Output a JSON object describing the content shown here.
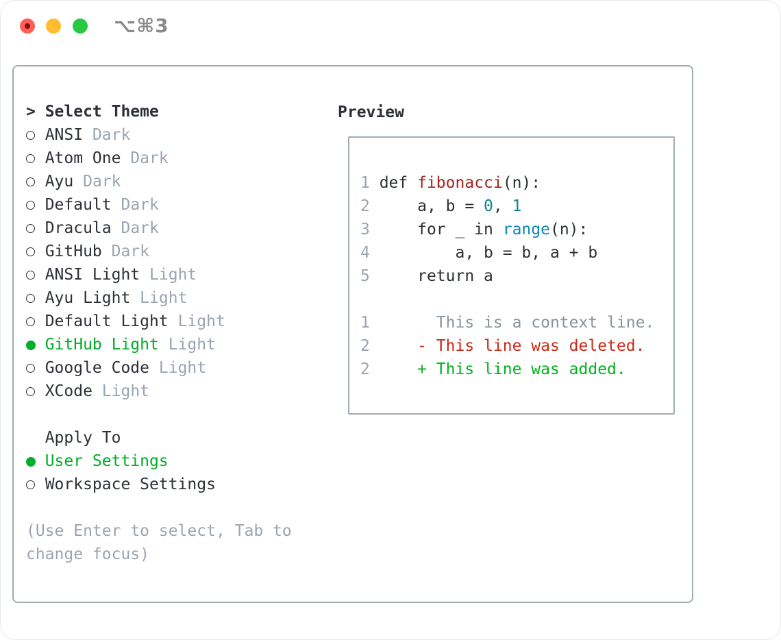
{
  "window": {
    "title": "⌥⌘3"
  },
  "colors": {
    "selection_green": "#00ae28",
    "added_green": "#00b41e",
    "deleted_red": "#cc2a16",
    "function_red": "#a5231c",
    "number_teal": "#0a8585",
    "builtin_blue": "#0e86b6",
    "muted_gray": "#9aa4b0",
    "context_gray": "#8a939d",
    "text_dark": "#2c3036",
    "border_gray": "#a3abb5",
    "titlebar_gray": "#8a8a8a",
    "traffic_red": "#ff5d55",
    "traffic_yellow": "#febc2e",
    "traffic_green": "#28c840"
  },
  "theme_panel": {
    "header_prefix": ">",
    "select_header": "Select Theme",
    "themes": [
      {
        "label": "ANSI",
        "variant": "Dark",
        "selected": false
      },
      {
        "label": "Atom One",
        "variant": "Dark",
        "selected": false
      },
      {
        "label": "Ayu",
        "variant": "Dark",
        "selected": false
      },
      {
        "label": "Default",
        "variant": "Dark",
        "selected": false
      },
      {
        "label": "Dracula",
        "variant": "Dark",
        "selected": false
      },
      {
        "label": "GitHub",
        "variant": "Dark",
        "selected": false
      },
      {
        "label": "ANSI Light",
        "variant": "Light",
        "selected": false
      },
      {
        "label": "Ayu Light",
        "variant": "Light",
        "selected": false
      },
      {
        "label": "Default Light",
        "variant": "Light",
        "selected": false
      },
      {
        "label": "GitHub Light",
        "variant": "Light",
        "selected": true
      },
      {
        "label": "Google Code",
        "variant": "Light",
        "selected": false
      },
      {
        "label": "XCode",
        "variant": "Light",
        "selected": false
      }
    ],
    "apply_to": {
      "header": "Apply To",
      "options": [
        {
          "label": "User Settings",
          "selected": true
        },
        {
          "label": "Workspace Settings",
          "selected": false
        }
      ]
    },
    "hint_lines": [
      "(Use Enter to select, Tab to",
      "change focus)"
    ]
  },
  "preview": {
    "header": "Preview",
    "code_lines": [
      {
        "number": "1",
        "tokens": [
          {
            "t": " def "
          },
          {
            "t": "fibonacci",
            "c": "function"
          },
          {
            "t": "(n):"
          }
        ]
      },
      {
        "number": "2",
        "tokens": [
          {
            "t": "     a, b = "
          },
          {
            "t": "0",
            "c": "number"
          },
          {
            "t": ", "
          },
          {
            "t": "1",
            "c": "number"
          }
        ]
      },
      {
        "number": "3",
        "tokens": [
          {
            "t": "     for _ in "
          },
          {
            "t": "range",
            "c": "builtin"
          },
          {
            "t": "(n):"
          }
        ]
      },
      {
        "number": "4",
        "tokens": [
          {
            "t": "         a, b = b, a + b"
          }
        ]
      },
      {
        "number": "5",
        "tokens": [
          {
            "t": "     return a"
          }
        ]
      },
      {
        "number": "",
        "tokens": []
      },
      {
        "number": "1",
        "tokens": [
          {
            "t": "       This is a context line.",
            "c": "context"
          }
        ]
      },
      {
        "number": "2",
        "tokens": [
          {
            "t": "     "
          },
          {
            "t": "- This line was deleted.",
            "c": "deleted"
          }
        ]
      },
      {
        "number": "2",
        "tokens": [
          {
            "t": "     "
          },
          {
            "t": "+ This line was added.",
            "c": "added"
          }
        ]
      }
    ]
  }
}
